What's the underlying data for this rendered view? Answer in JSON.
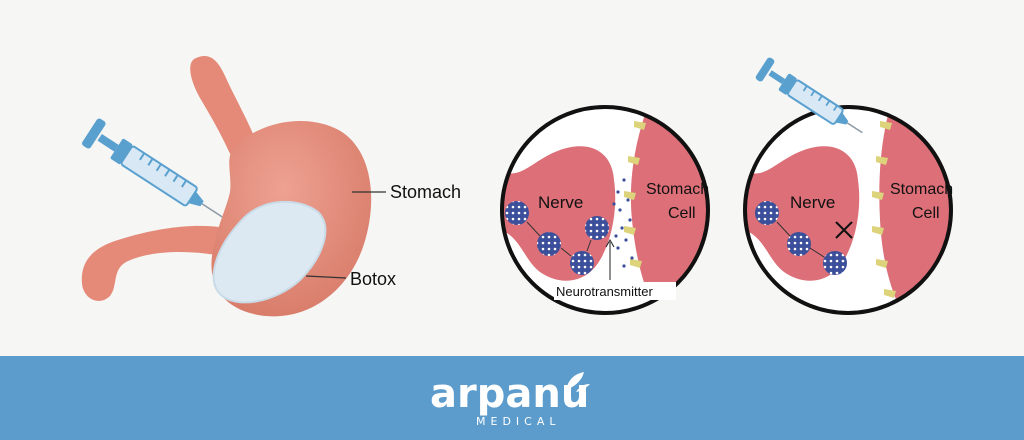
{
  "labels": {
    "stomach": "Stomach",
    "botox": "Botox",
    "nerve_left": "Nerve",
    "stomach_cell_left_1": "Stomach",
    "stomach_cell_left_2": "Cell",
    "neurotransmitter": "Neurotransmitter",
    "nerve_right": "Nerve",
    "stomach_cell_right_1": "Stomach",
    "stomach_cell_right_2": "Cell"
  },
  "brand": {
    "name": "arpanu",
    "subtitle": "MEDICAL"
  },
  "colors": {
    "background": "#f6f6f4",
    "footer": "#5b9ccd",
    "stomach": "#e58a78",
    "botox": "#dce9f2",
    "cell": "#dc6f78",
    "receptor": "#dcd37a",
    "vesicle": "#3b4f9a",
    "syringe": "#5aa0cf"
  }
}
